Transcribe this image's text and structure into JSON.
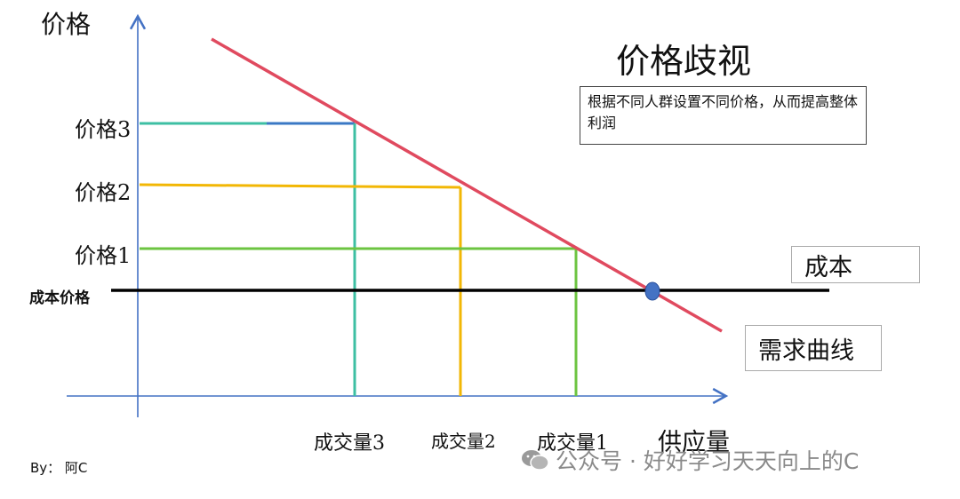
{
  "title": "价格歧视",
  "note": "根据不同人群设置不同价格，从而提高整体利润",
  "y_axis_label": "价格",
  "x_axis_label": "供应量",
  "price_levels": [
    {
      "label": "价格3",
      "color": "#3dbfa3"
    },
    {
      "label": "价格2",
      "color": "#f2b705"
    },
    {
      "label": "价格1",
      "color": "#6cc441"
    }
  ],
  "volume_labels": [
    "成交量3",
    "成交量2",
    "成交量1"
  ],
  "cost_price_label": "成本价格",
  "cost_label": "成本",
  "demand_label": "需求曲线",
  "colors": {
    "axis": "#4472c4",
    "demand": "#e04a5f",
    "cost": "#000000",
    "marker": "#4472c4"
  },
  "footer": {
    "by": "By：  阿C",
    "watermark": "公众号 · 好好学习天天向上的C"
  }
}
